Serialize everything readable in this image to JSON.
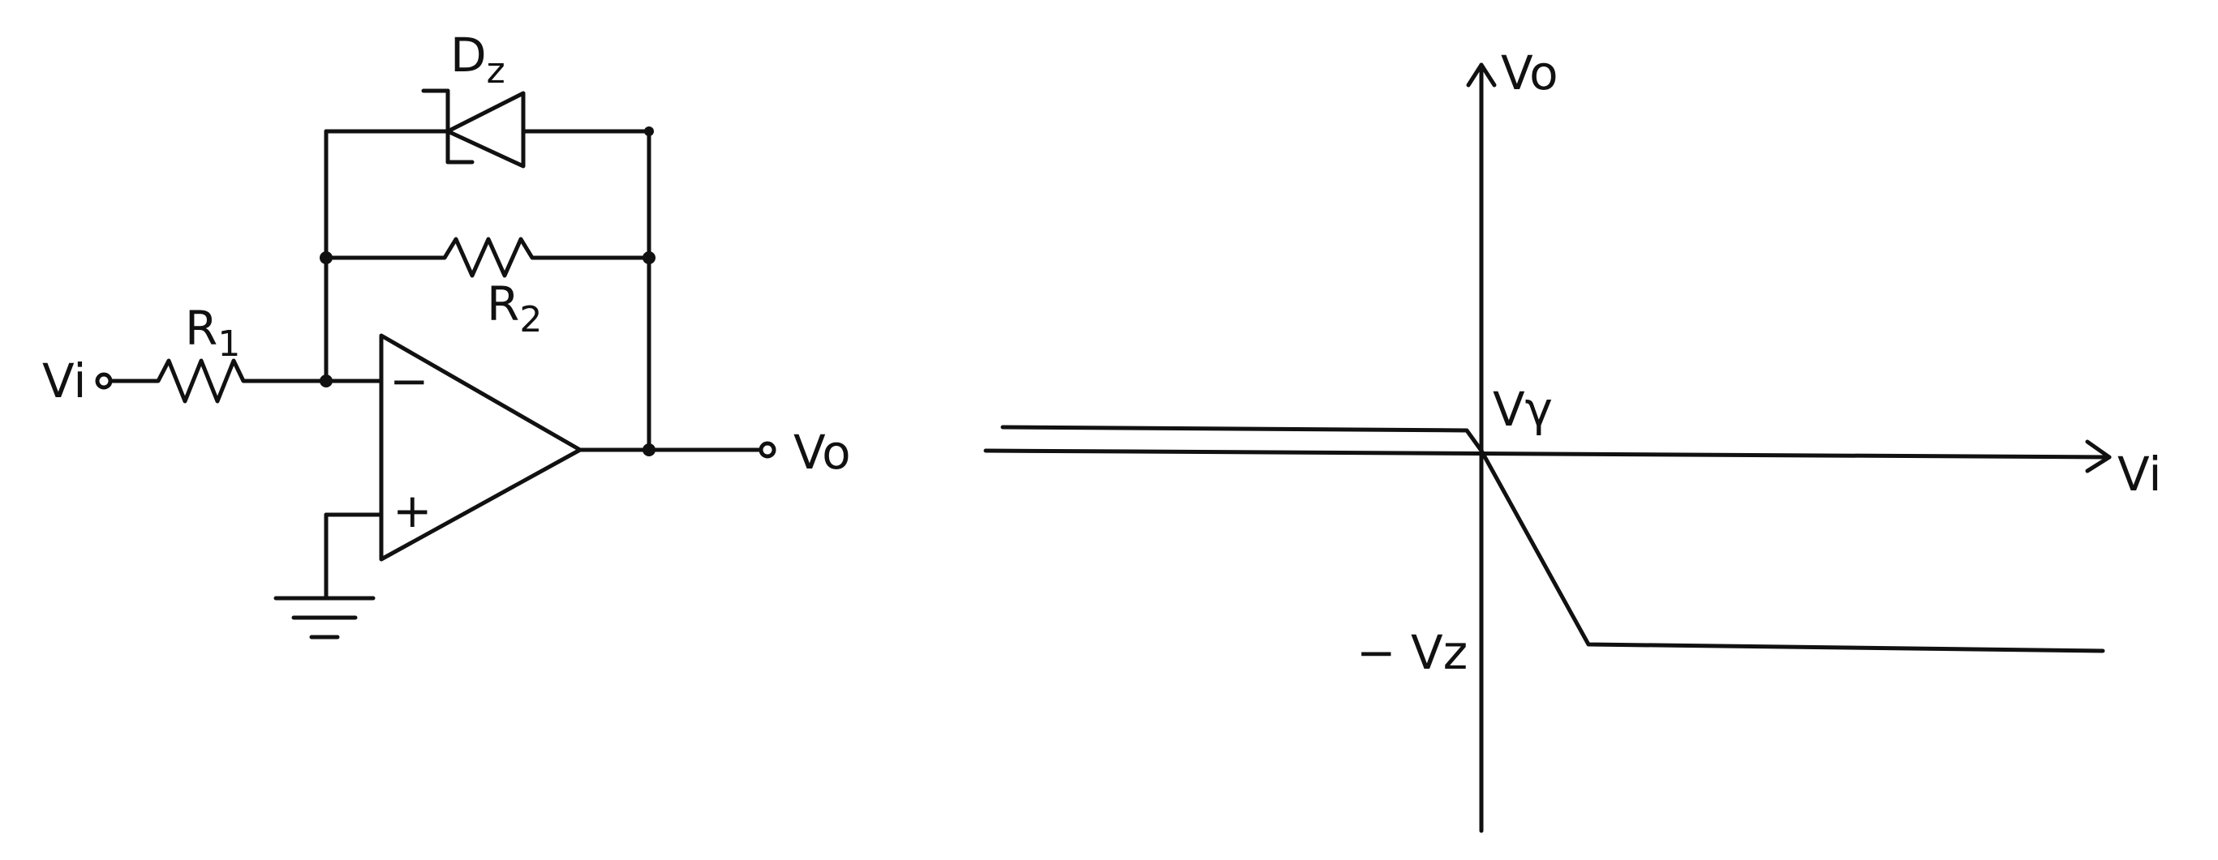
{
  "colors": {
    "ink": "#111111",
    "paper": "#ffffff"
  },
  "circuit": {
    "input_label": "Vi",
    "output_label": "Vo",
    "r1_label": "R",
    "r1_sub": "1",
    "r2_label": "R",
    "r2_sub": "2",
    "zener_label": "D",
    "zener_sub": "z",
    "opamp_minus": "−",
    "opamp_plus": "+"
  },
  "graph": {
    "y_axis_label": "Vo",
    "x_axis_label": "Vi",
    "v_gamma_label": "Vγ",
    "neg_vz_label": "− Vz"
  }
}
